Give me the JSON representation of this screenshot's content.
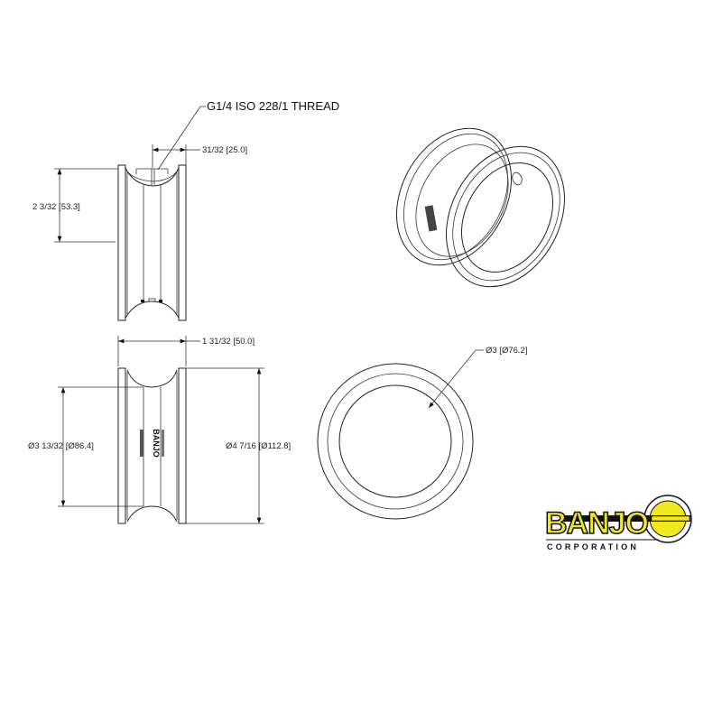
{
  "drawing": {
    "thread_note": "G1/4 ISO 228/1 THREAD",
    "port_width": "31/32 [25.0]",
    "port_height": "2 3/32 [53.3]",
    "overall_width": "1 31/32 [50.0]",
    "groove_diameter": "Ø3 13/32 [Ø86.4]",
    "outer_diameter": "Ø4 7/16 [Ø112.8]",
    "bore_diameter": "Ø3 [Ø76.2]"
  },
  "logo": {
    "name": "BANJO",
    "subtitle": "CORPORATION",
    "colors": {
      "yellow": "#f2e81e",
      "black": "#111111"
    }
  }
}
